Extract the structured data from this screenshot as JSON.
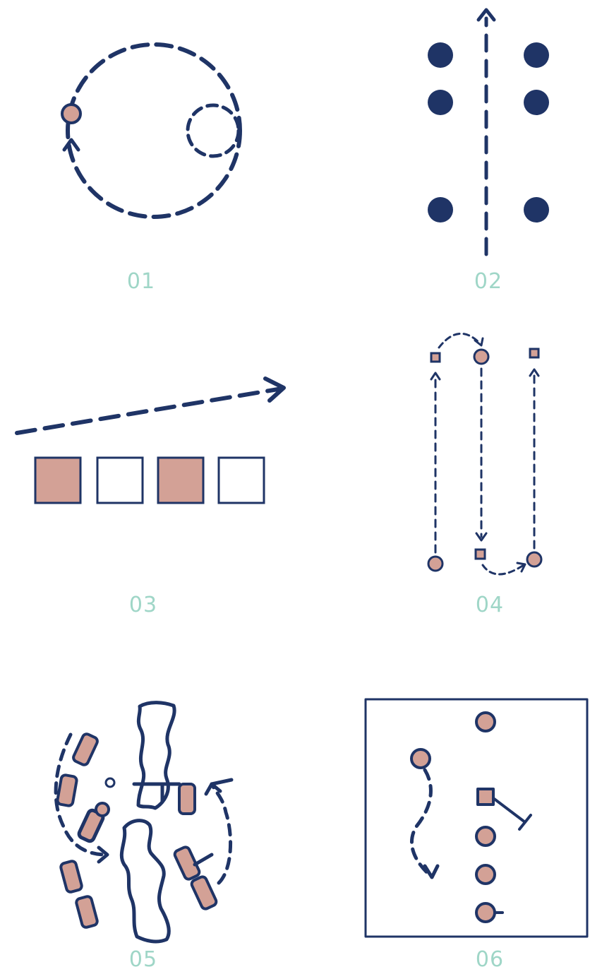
{
  "colors": {
    "navy": "#1f3466",
    "pink": "#d3a196",
    "label": "#9fd6c7",
    "background": "#ffffff"
  },
  "panels": [
    {
      "label": "01",
      "motif": "circular-path-with-small-loop"
    },
    {
      "label": "02",
      "motif": "straight-path-between-dot-columns"
    },
    {
      "label": "03",
      "motif": "diagonal-arrow-over-square-row"
    },
    {
      "label": "04",
      "motif": "serpentine-path-between-points"
    },
    {
      "label": "05",
      "motif": "meandering-paths-around-blobs"
    },
    {
      "label": "06",
      "motif": "framed-sequence-with-curved-path"
    }
  ]
}
